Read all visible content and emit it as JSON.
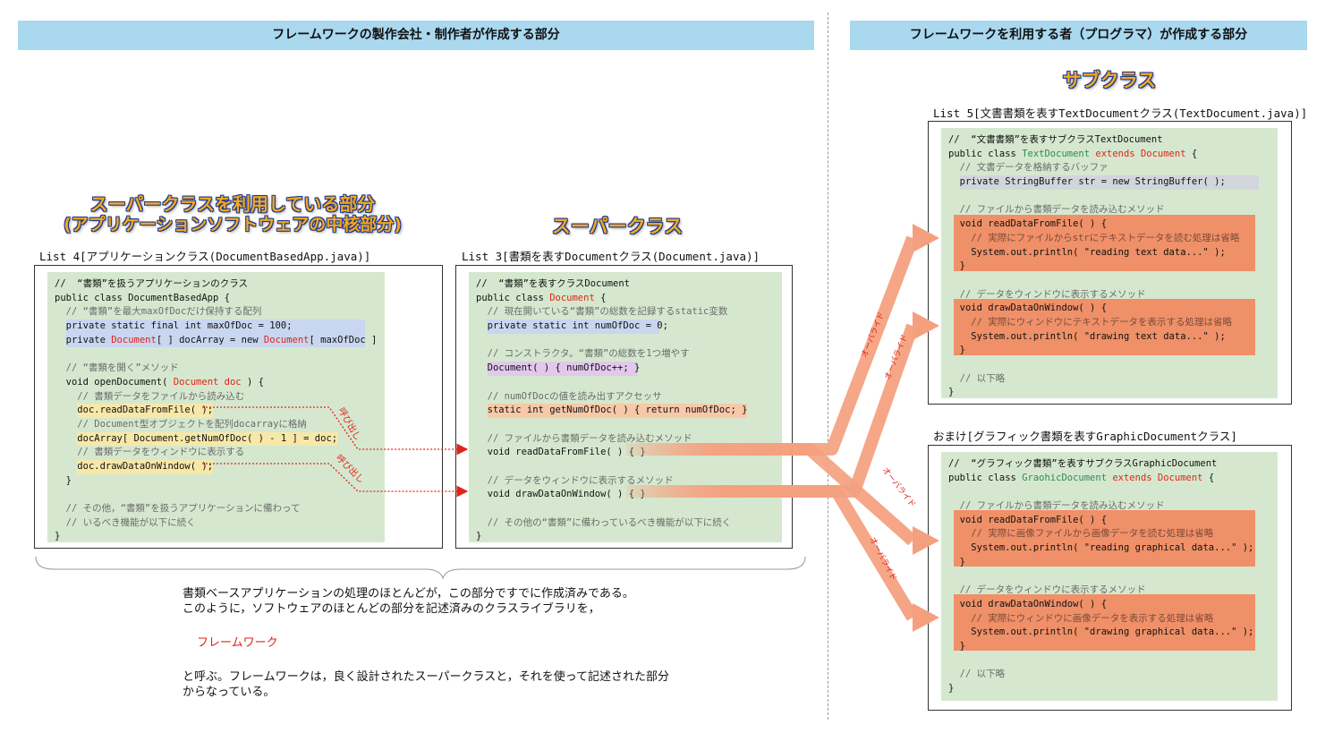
{
  "banners": {
    "left": "フレームワークの製作会社・制作者が作成する部分",
    "right": "フレームワークを利用する者（プログラマ）が作成する部分"
  },
  "titles": {
    "app_line1": "スーパークラスを利用している部分",
    "app_line2": "(アプリケーションソフトウェアの中核部分)",
    "superclass": "スーパークラス",
    "subclass": "サブクラス"
  },
  "lists": {
    "list4": "List 4[アプリケーションクラス(DocumentBasedApp.java)]",
    "list3": "List 3[書類を表すDocumentクラス(Document.java)]",
    "list5": "List 5[文書書類を表すTextDocumentクラス(TextDocument.java)]",
    "bonus": "おまけ[グラフィック書類を表すGraphicDocumentクラス]"
  },
  "arrow_labels": {
    "call": "呼び出し",
    "override": "オーバライド"
  },
  "description": {
    "line1": "書類ベースアプリケーションの処理のほとんどが，この部分ですでに作成済みである。",
    "line2": "このように，ソフトウェアのほとんどの部分を記述済みのクラスライブラリを，",
    "framework": "フレームワーク",
    "line3": "と呼ぶ。フレームワークは，良く設計されたスーパークラスと，それを使って記述された部分",
    "line4": "からなっている。"
  },
  "code": {
    "app": {
      "l1": "//  “書類”を扱うアプリケーションのクラス",
      "l2": "public class DocumentBasedApp {",
      "l3": "  // “書類”を最大maxOfDocだけ保持する配列",
      "l4": "private static final int maxOfDoc = 100;",
      "l5a": "private ",
      "l5b": "Document",
      "l5c": "[ ] docArray = new ",
      "l5d": "Document",
      "l5e": "[ maxOfDoc ];",
      "l7": "  // “書類を開く”メソッド",
      "l8a": "void openDocument( ",
      "l8b": "Document doc",
      "l8c": " ) {",
      "l9": "  // 書類データをファイルから読み込む",
      "l10": "doc.readDataFromFile( );",
      "l11": "  // Document型オブジェクトを配列docarrayに格納",
      "l12": "docArray[ Document.getNumOfDoc( ) - 1 ] = doc;",
      "l13": "  // 書類データをウィンドウに表示する",
      "l14": "doc.drawDataOnWindow( );",
      "l15": "}",
      "l17": "  // その他，“書類”を扱うアプリケーションに備わって",
      "l18": "  // いるべき機能が以下に続く",
      "l19": "}"
    },
    "doc": {
      "l1": "//  “書類”を表すクラスDocument",
      "l2a": "public class ",
      "l2b": "Document",
      "l2c": " {",
      "l3": "  // 現在開いている“書類”の総数を記録するstatic変数",
      "l4": "private static int numOfDoc = 0;",
      "l6": "  // コンストラクタ。“書類”の総数を1つ増やす",
      "l7": "Document( ) { numOfDoc++; }",
      "l9": "  // numOfDocの値を読み出すアクセッサ",
      "l10": "static int getNumOfDoc( ) { return numOfDoc; }",
      "l12": "  // ファイルから書類データを読み込むメソッド",
      "l13": "void readDataFromFile( ) { }",
      "l15": "  // データをウィンドウに表示するメソッド",
      "l16": "void drawDataOnWindow( ) { }",
      "l18": "  // その他の“書類”に備わっているべき機能が以下に続く",
      "l19": "}"
    },
    "text": {
      "l1": "//  “文書書類”を表すサブクラスTextDocument",
      "l2a": "public class ",
      "l2b": "TextDocument",
      "l2c": " extends ",
      "l2d": "Document",
      "l2e": " {",
      "l3": "  // 文書データを格納するバッファ",
      "l4": "private StringBuffer str = new StringBuffer( );",
      "l6": "  // ファイルから書類データを読み込むメソッド",
      "l7": "void readDataFromFile( ) {",
      "l8": "  // 実際にファイルからstrにテキストデータを読む処理は省略",
      "l9": "  System.out.println( \"reading text data...\" );",
      "l10": "}",
      "l12": "  // データをウィンドウに表示するメソッド",
      "l13": "void drawDataOnWindow( ) {",
      "l14": "  // 実際にウィンドウにテキストデータを表示する処理は省略",
      "l15": "  System.out.println( \"drawing text data...\" );",
      "l16": "}",
      "l18": "  // 以下略",
      "l19": "}"
    },
    "graphic": {
      "l1": "//  “グラフィック書類”を表すサブクラスGraphicDocument",
      "l2a": "public class ",
      "l2b": "GraohicDocument",
      "l2c": " extends ",
      "l2d": "Document",
      "l2e": " {",
      "l4": "  // ファイルから書類データを読み込むメソッド",
      "l5": "void readDataFromFile( ) {",
      "l6": "  // 実際に画像ファイルから画像データを読む処理は省略",
      "l7": "  System.out.println( \"reading graphical data...\" );",
      "l8": "}",
      "l10": "  // データをウィンドウに表示するメソッド",
      "l11": "void drawDataOnWindow( ) {",
      "l12": "  // 実際にウィンドウに画像データを表示する処理は省略",
      "l13": "  System.out.println( \"drawing graphical data...\" );",
      "l14": "}",
      "l16": "  // 以下略",
      "l17": "}"
    }
  },
  "colors": {
    "banner": "#a9d8ef",
    "code_bg": "#d5e8cf",
    "override_bg": "#ef9068",
    "arrow": "#f4a07e",
    "call_arrow": "#e0241a",
    "title": "#f5a623"
  }
}
